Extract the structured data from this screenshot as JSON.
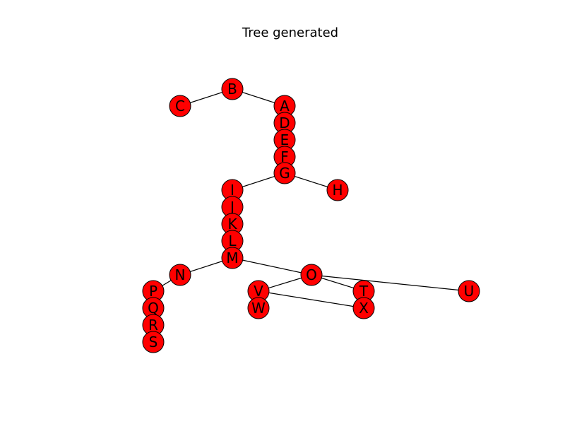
{
  "title": "Tree generated",
  "node_color": "#ff0000",
  "edge_color": "#000000",
  "label_color": "#000000",
  "nodes": [
    {
      "id": "A",
      "label": "A"
    },
    {
      "id": "B",
      "label": "B"
    },
    {
      "id": "C",
      "label": "C"
    },
    {
      "id": "D",
      "label": "D"
    },
    {
      "id": "E",
      "label": "E"
    },
    {
      "id": "F",
      "label": "F"
    },
    {
      "id": "G",
      "label": "G"
    },
    {
      "id": "H",
      "label": "H"
    },
    {
      "id": "I",
      "label": "I"
    },
    {
      "id": "J",
      "label": "J"
    },
    {
      "id": "K",
      "label": "K"
    },
    {
      "id": "L",
      "label": "L"
    },
    {
      "id": "M",
      "label": "M"
    },
    {
      "id": "N",
      "label": "N"
    },
    {
      "id": "O",
      "label": "O"
    },
    {
      "id": "P",
      "label": "P"
    },
    {
      "id": "Q",
      "label": "Q"
    },
    {
      "id": "R",
      "label": "R"
    },
    {
      "id": "S",
      "label": "S"
    },
    {
      "id": "T",
      "label": "T"
    },
    {
      "id": "U",
      "label": "U"
    },
    {
      "id": "V",
      "label": "V"
    },
    {
      "id": "W",
      "label": "W"
    },
    {
      "id": "X",
      "label": "X"
    }
  ],
  "edges": [
    [
      "B",
      "C"
    ],
    [
      "B",
      "A"
    ],
    [
      "A",
      "D"
    ],
    [
      "D",
      "E"
    ],
    [
      "E",
      "F"
    ],
    [
      "F",
      "G"
    ],
    [
      "G",
      "I"
    ],
    [
      "G",
      "H"
    ],
    [
      "I",
      "J"
    ],
    [
      "J",
      "K"
    ],
    [
      "K",
      "L"
    ],
    [
      "L",
      "M"
    ],
    [
      "M",
      "N"
    ],
    [
      "M",
      "O"
    ],
    [
      "N",
      "P"
    ],
    [
      "P",
      "Q"
    ],
    [
      "Q",
      "R"
    ],
    [
      "R",
      "S"
    ],
    [
      "O",
      "V"
    ],
    [
      "O",
      "T"
    ],
    [
      "O",
      "U"
    ],
    [
      "T",
      "X"
    ],
    [
      "V",
      "X"
    ],
    [
      "V",
      "W"
    ]
  ]
}
